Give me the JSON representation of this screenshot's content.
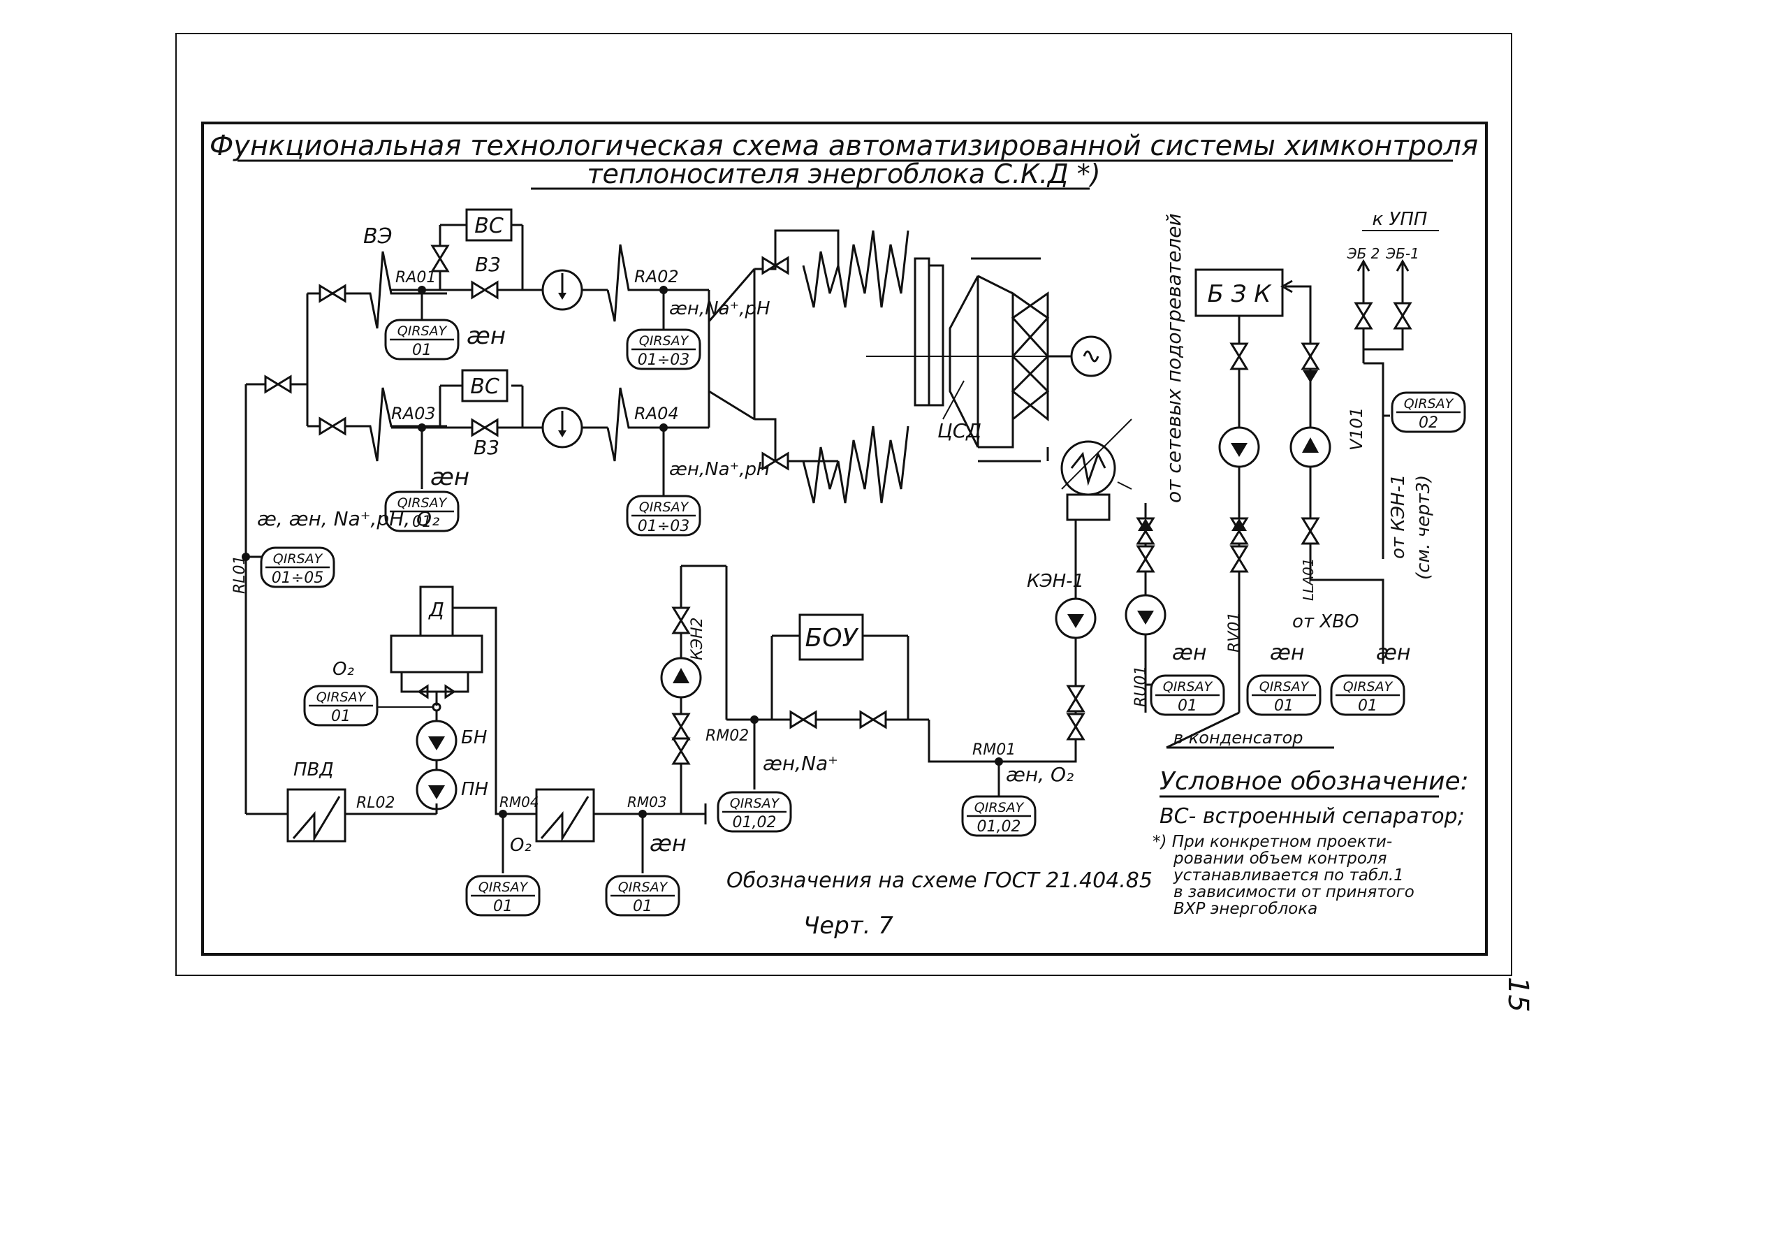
{
  "title": {
    "line1": "Функциональная технологическая схема автоматизированной системы химконтроля",
    "line2": "теплоносителя энергоблока С.К.Д *)"
  },
  "blocks": {
    "vs1": "ВС",
    "vs2": "ВС",
    "bzk": "Б З К",
    "bou": "БОУ",
    "d": "Д"
  },
  "labels": {
    "ve": "ВЭ",
    "v3a": "В3",
    "v3b": "В3",
    "ra01": "RA01",
    "ra02": "RA02",
    "ra03": "RA03",
    "ra04": "RA04",
    "rl01": "RL01",
    "rl02": "RL02",
    "rm01": "RM01",
    "rm02": "RM02",
    "rm03": "RM03",
    "rm04": "RM04",
    "ru01": "RU01",
    "rv01": "RV01",
    "lla01": "LLA01",
    "v101": "V101",
    "csd": "ЦСД",
    "pvd": "ПВД",
    "bn": "БН",
    "pn": "ПН",
    "ken1": "КЭН-1",
    "ken2": "КЭН2",
    "eb2": "ЭБ 2",
    "eb1": "ЭБ-1",
    "k_upp": "к УПП",
    "ot_setevyh": "от сетевых подогревателей",
    "ot_ken": "от КЭН-1",
    "sm_chert": "(см. черт3)",
    "ot_hvo": "от ХВО",
    "v_kondensator": "в конденсатор",
    "xn": "ӕн",
    "xn_na_ph_1": "ӕн,Na⁺,pH",
    "xn_na_ph_2": "ӕн,Na⁺,pH",
    "x_full": "ӕ, ӕн, Na⁺,pH, O₂",
    "o2_d": "O₂",
    "o2_rm04": "O₂",
    "xn_na": "ӕн,Na⁺",
    "xn_o2": "ӕн, O₂"
  },
  "instruments": [
    {
      "id": "i1",
      "top": "QIRSAY",
      "bottom": "01"
    },
    {
      "id": "i2",
      "top": "QIRSAY",
      "bottom": "01÷03"
    },
    {
      "id": "i3",
      "top": "QIRSAY",
      "bottom": "01"
    },
    {
      "id": "i4",
      "top": "QIRSAY",
      "bottom": "01÷03"
    },
    {
      "id": "i5",
      "top": "QIRSAY",
      "bottom": "01÷05"
    },
    {
      "id": "i6",
      "top": "QIRSAY",
      "bottom": "01"
    },
    {
      "id": "i7",
      "top": "QIRSAY",
      "bottom": "01"
    },
    {
      "id": "i8",
      "top": "QIRSAY",
      "bottom": "01"
    },
    {
      "id": "i9",
      "top": "QIRSAY",
      "bottom": "01,02"
    },
    {
      "id": "i10",
      "top": "QIRSAY",
      "bottom": "01,02"
    },
    {
      "id": "i11",
      "top": "QIRSAY",
      "bottom": "01"
    },
    {
      "id": "i12",
      "top": "QIRSAY",
      "bottom": "01"
    },
    {
      "id": "i13",
      "top": "QIRSAY",
      "bottom": "01"
    },
    {
      "id": "i14",
      "top": "QIRSAY",
      "bottom": "02"
    }
  ],
  "legend": {
    "heading": "Условное обозначение:",
    "vs": "ВС- встроенный сепаратор;",
    "note1": "*) При конкретном проекти-",
    "note2": "ровании объем контроля",
    "note3": "устанавливается по табл.1",
    "note4": "в зависимости от принятого",
    "note5": "ВХР энергоблока"
  },
  "footer": {
    "gost": "Обозначения на схеме ГОСТ 21.404.85",
    "chert": "Черт. 7",
    "page": "15"
  }
}
